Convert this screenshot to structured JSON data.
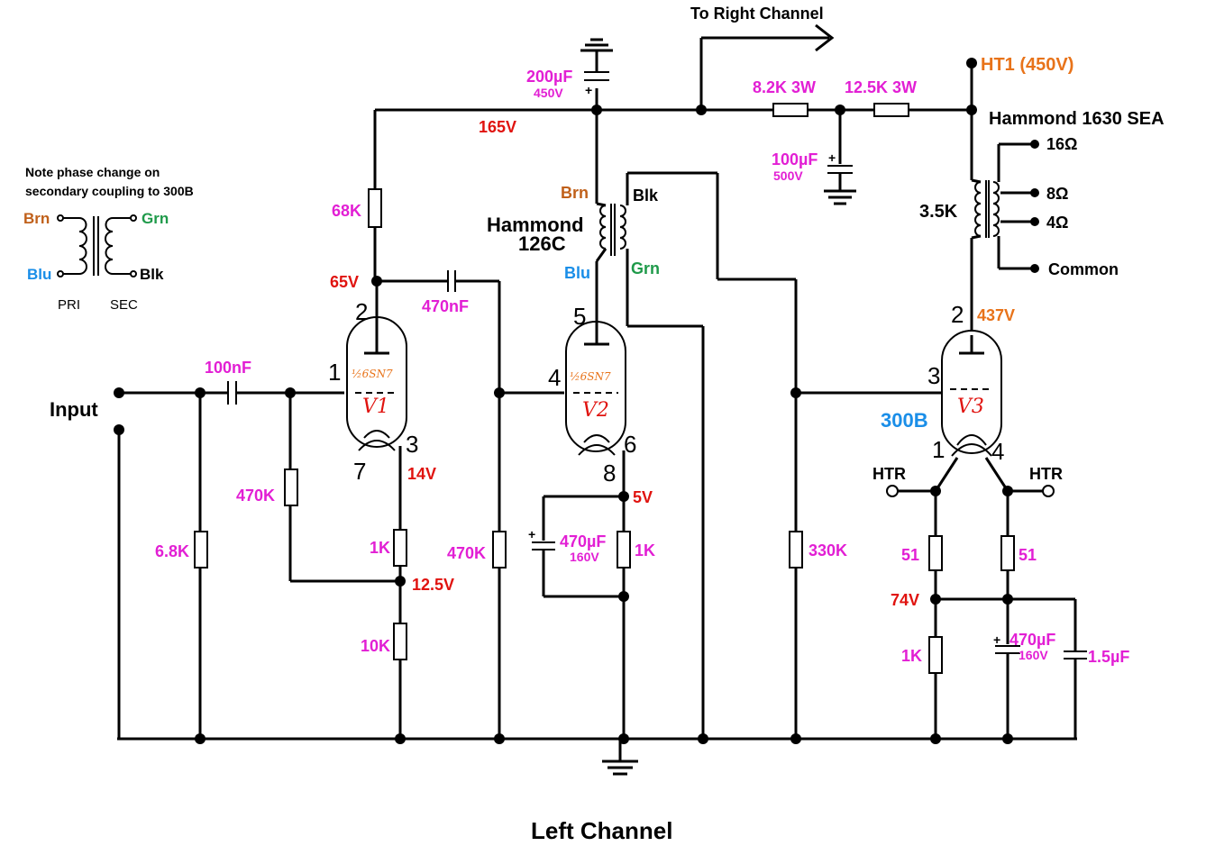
{
  "title": "Left Channel",
  "input_label": "Input",
  "right_channel_label": "To Right Channel",
  "ht1_label": "HT1 (450V)",
  "note": {
    "line1": "Note phase change on",
    "line2": "secondary coupling to 300B",
    "brn": "Brn",
    "blu": "Blu",
    "grn": "Grn",
    "blk": "Blk",
    "pri": "PRI",
    "sec": "SEC"
  },
  "components": {
    "c_input": "100nF",
    "r_grid_ground": "6.8K",
    "r_fb": "470K",
    "r_v1_cath1": "1K",
    "r_v1_cath2": "10K",
    "r_v1_anode": "68K",
    "c_coupling": "470nF",
    "r_v2_grid": "470K",
    "c_v2_cath": "470µF",
    "c_v2_cath_v": "160V",
    "r_v2_cath": "1K",
    "c_supply": "200µF",
    "c_supply_v": "450V",
    "r_drop1": "8.2K  3W",
    "r_drop2": "12.5K 3W",
    "c_mid": "100µF",
    "c_mid_v": "500V",
    "r_v3_grid": "330K",
    "r_htr_l": "51",
    "r_htr_r": "51",
    "r_v3_cath": "1K",
    "c_v3_cath": "470µF",
    "c_v3_cath_v": "160V",
    "c_v3_bypass": "1.5µF"
  },
  "voltages": {
    "v165": "165V",
    "v65": "65V",
    "v14": "14V",
    "v12_5": "12.5V",
    "v5": "5V",
    "v437": "437V",
    "v74": "74V"
  },
  "tubes": {
    "v1": {
      "type": "½6SN7",
      "name": "V1",
      "p_anode": "2",
      "p_grid": "1",
      "p_cath": "3",
      "p_heat": "7"
    },
    "v2": {
      "type": "½6SN7",
      "name": "V2",
      "p_anode": "5",
      "p_grid": "4",
      "p_cath": "6",
      "p_heat": "8"
    },
    "v3": {
      "type": "300B",
      "name": "V3",
      "p_anode": "2",
      "p_grid": "3",
      "p_f1": "1",
      "p_f2": "4"
    }
  },
  "interstage": {
    "name1": "Hammond",
    "name2": "126C",
    "brn": "Brn",
    "blu": "Blu",
    "blk": "Blk",
    "grn": "Grn"
  },
  "output_transformer": {
    "name": "Hammond 1630 SEA",
    "impedance": "3.5K",
    "taps": [
      "16Ω",
      "8Ω",
      "4Ω",
      "Common"
    ]
  },
  "heater": {
    "left": "HTR",
    "right": "HTR"
  },
  "colors": {
    "magenta": "#e21fd4",
    "red": "#e0130f",
    "orange": "#e8731a",
    "brown": "#c0601a",
    "blue": "#1a8ee8",
    "green": "#1f9a4a"
  }
}
